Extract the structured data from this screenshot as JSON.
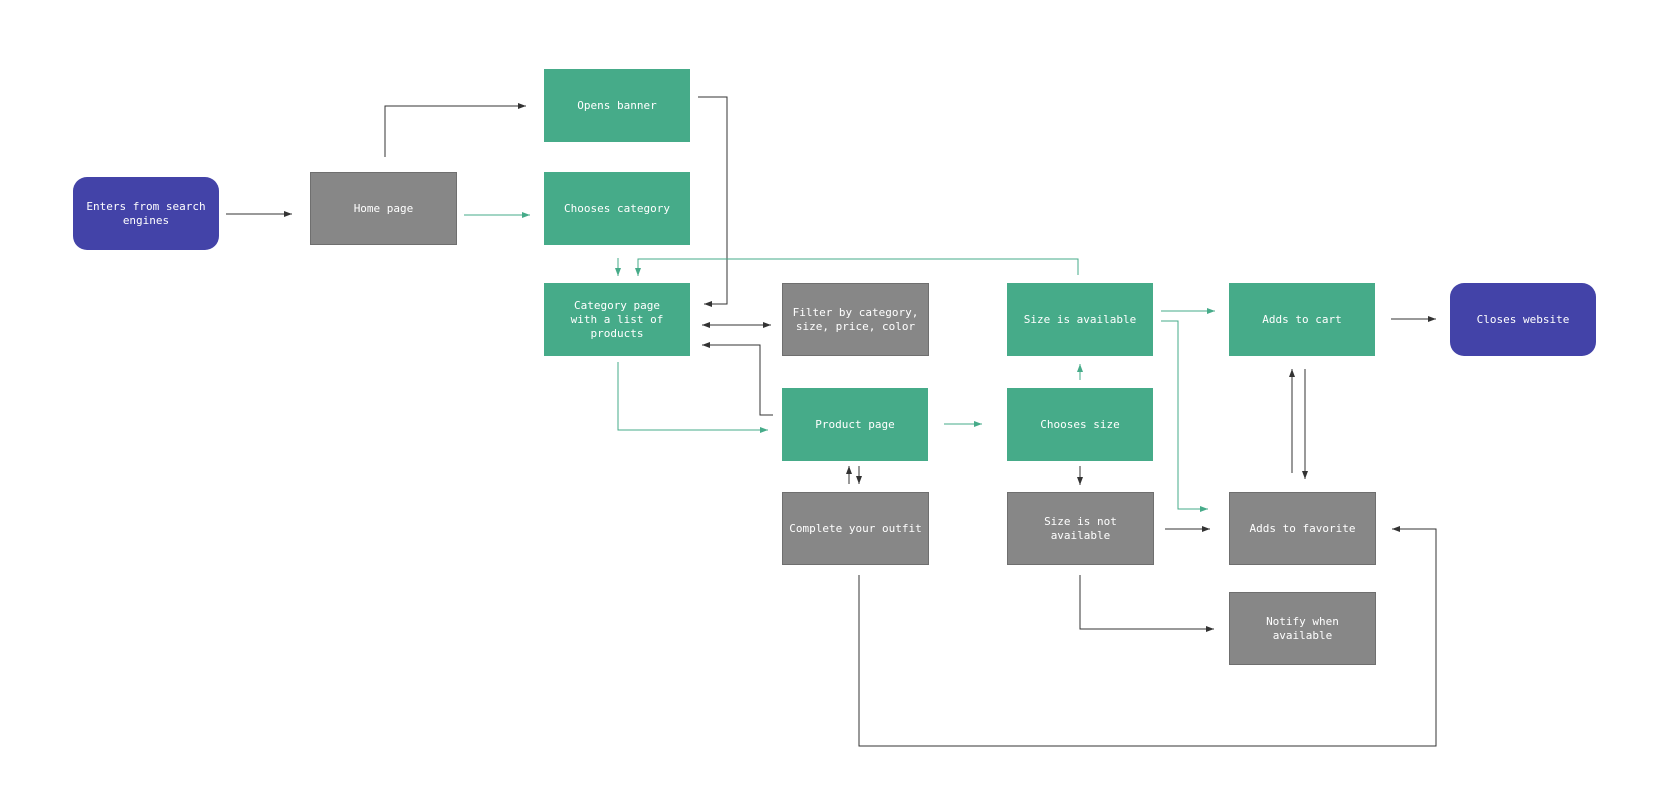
{
  "diagram": {
    "nodes": {
      "enters": "Enters from search\nengines",
      "home": "Home page",
      "opens_banner": "Opens banner",
      "chooses_category": "Chooses category",
      "category_page": "Category page\nwith a list of products",
      "filter": "Filter by category,\nsize, price, color",
      "product_page": "Product page",
      "complete_outfit": "Complete your outfit",
      "size_available": "Size is available",
      "chooses_size": "Chooses size",
      "size_not_available": "Size is not available",
      "adds_to_cart": "Adds to cart",
      "adds_to_favorite": "Adds to favorite",
      "notify": "Notify when available",
      "closes": "Closes website"
    },
    "colors": {
      "green": "#46ab89",
      "gray": "#878787",
      "blue": "#4343a8",
      "edge_dark": "#333333",
      "edge_green": "#46ab89"
    }
  }
}
